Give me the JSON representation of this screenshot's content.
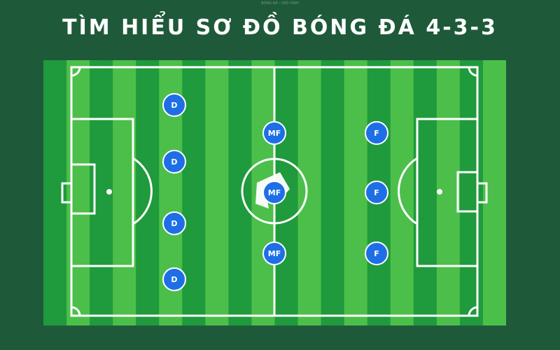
{
  "title": "TÌM HIỂU SƠ ĐỒ BÓNG ĐÁ 4-3-3",
  "caption": "BÓNG ĐÁ • ĐỘI HÌNH",
  "colors": {
    "background": "#1e5a3a",
    "stripe_dark": "#1f9a3c",
    "stripe_light": "#4cbf4a",
    "lines": "#ffffff",
    "player": "#1e6fe6",
    "player_border": "#ffffff"
  },
  "formation": "4-3-3",
  "players": [
    {
      "role": "D",
      "label": "D"
    },
    {
      "role": "D",
      "label": "D"
    },
    {
      "role": "D",
      "label": "D"
    },
    {
      "role": "D",
      "label": "D"
    },
    {
      "role": "MF",
      "label": "MF"
    },
    {
      "role": "MF",
      "label": "MF"
    },
    {
      "role": "MF",
      "label": "MF"
    },
    {
      "role": "F",
      "label": "F"
    },
    {
      "role": "F",
      "label": "F"
    },
    {
      "role": "F",
      "label": "F"
    }
  ],
  "center_logo": "logo-icon"
}
